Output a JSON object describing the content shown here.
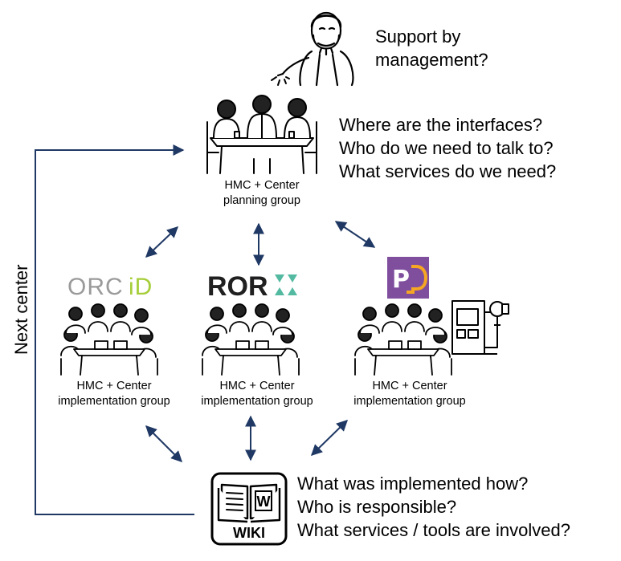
{
  "management": {
    "question_lines": [
      "Support by",
      "management?"
    ]
  },
  "planning": {
    "questions": [
      "Where are the interfaces?",
      "Who do we need to talk to?",
      "What services do we need?"
    ],
    "label_lines": [
      "HMC + Center",
      "planning group"
    ]
  },
  "implementation_groups": [
    {
      "logo": "ORCiD",
      "label_lines": [
        "HMC + Center",
        "implementation group"
      ]
    },
    {
      "logo": "ROR",
      "label_lines": [
        "HMC + Center",
        "implementation group"
      ]
    },
    {
      "logo": "PID",
      "label_lines": [
        "HMC + Center",
        "implementation group"
      ]
    }
  ],
  "wiki": {
    "icon_label": "WIKI",
    "page_letter": "W",
    "questions": [
      "What was implemented how?",
      "Who is responsible?",
      "What services / tools are involved?"
    ]
  },
  "loop_label": "Next center",
  "colors": {
    "arrow": "#1f3864",
    "orcid_gray": "#9a9a9a",
    "orcid_green": "#a6ce39",
    "ror_dark": "#202020",
    "ror_teal": "#53baa1",
    "pid_purple": "#7f4f9e",
    "pid_orange": "#f5a623"
  }
}
